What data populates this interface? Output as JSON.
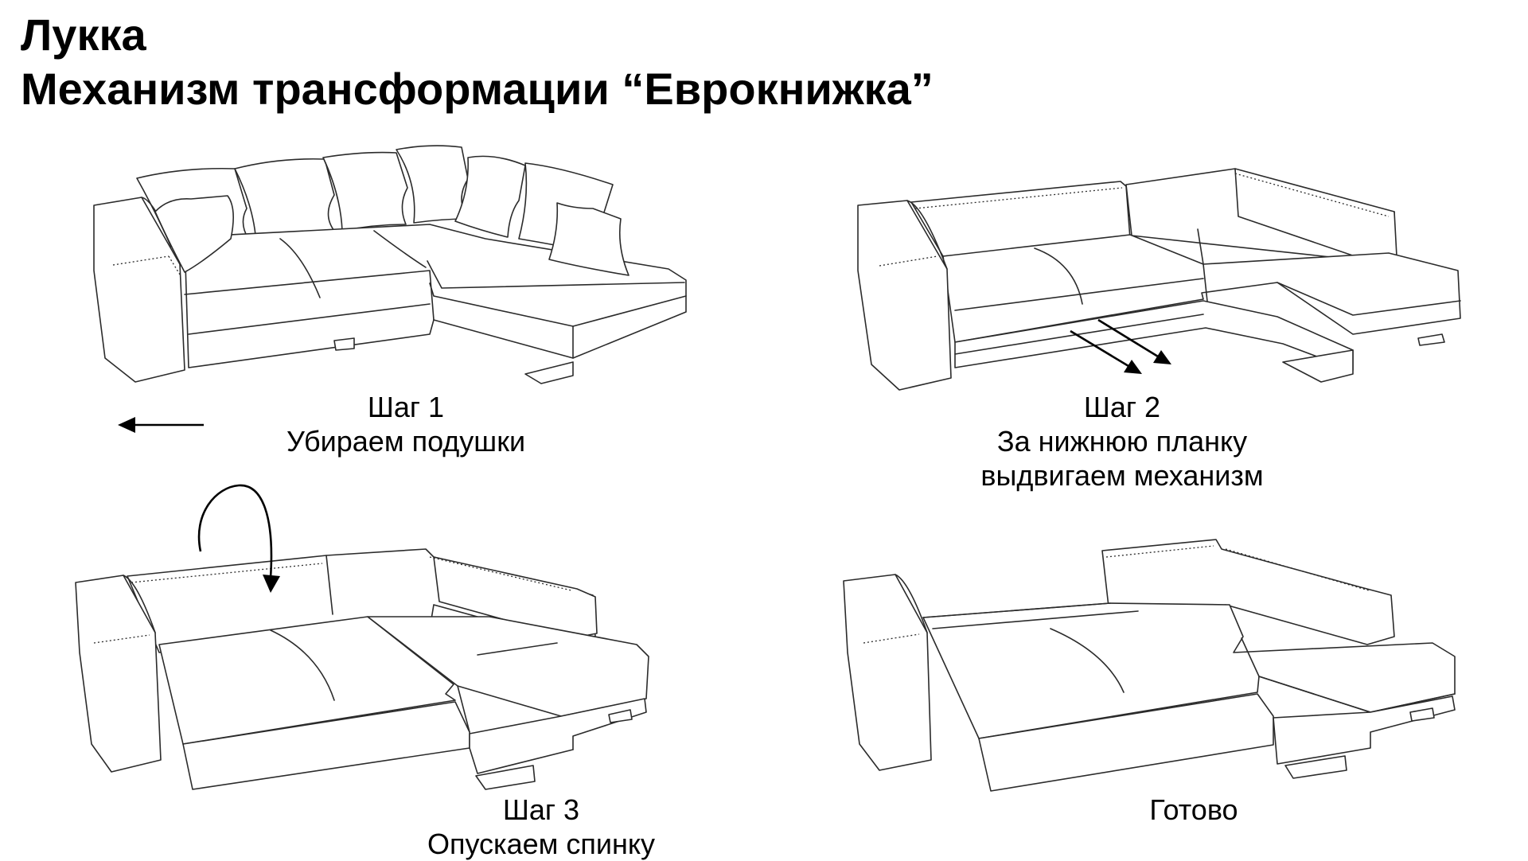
{
  "header": {
    "model": "Лукка",
    "mechanism": "Механизм трансформации “Еврокнижка”"
  },
  "steps": [
    {
      "title": "Шаг 1",
      "description": "Убираем подушки"
    },
    {
      "title": "Шаг 2",
      "description_line1": "За нижнюю планку",
      "description_line2": "выдвигаем механизм"
    },
    {
      "title": "Шаг 3",
      "description": "Опускаем спинку"
    },
    {
      "title": "Готово"
    }
  ],
  "icons": [
    "arrow-left-icon",
    "diagonal-arrows-icon",
    "curved-arrow-icon"
  ]
}
